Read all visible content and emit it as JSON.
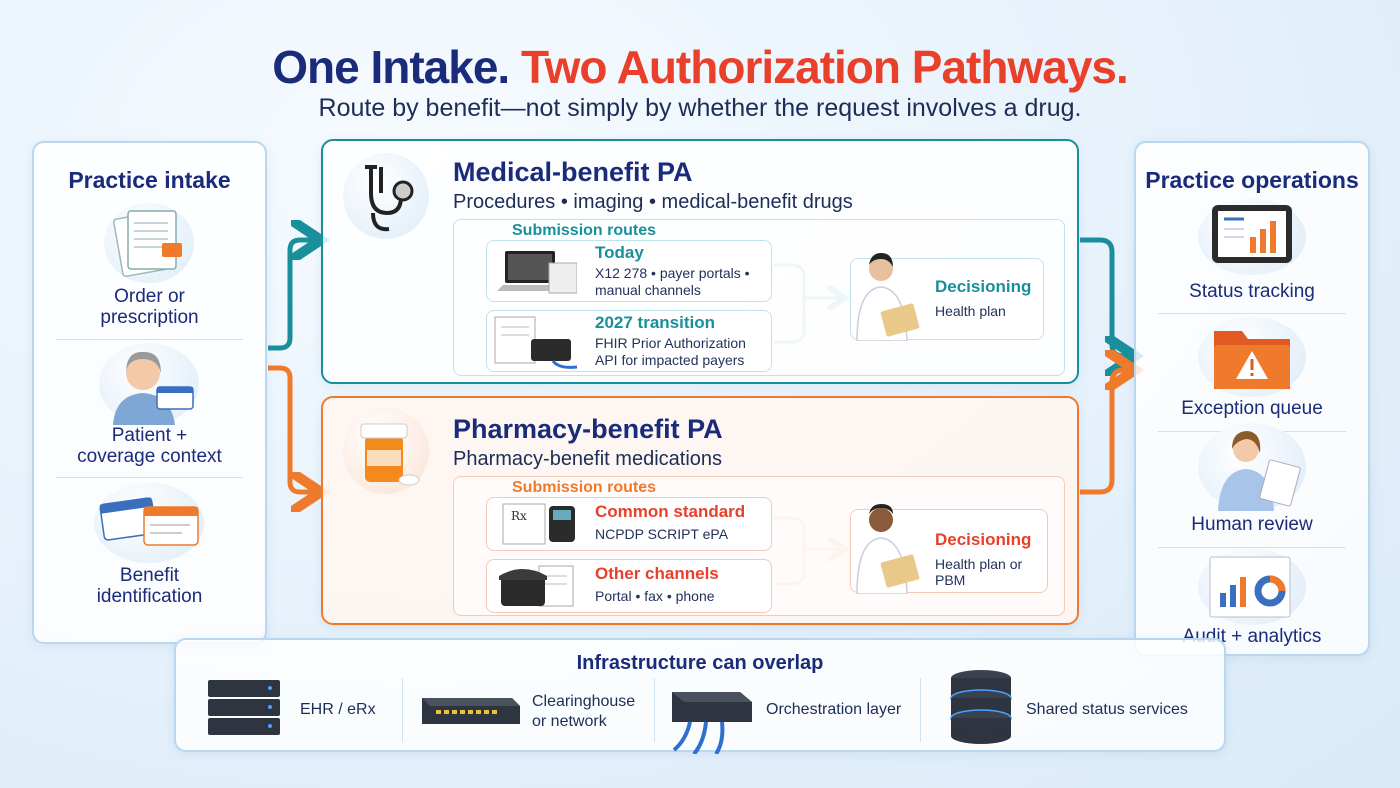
{
  "header": {
    "title_part1": "One Intake.",
    "title_part2": "Two Authorization Pathways.",
    "subtitle": "Route by benefit—not simply by whether the request involves a drug."
  },
  "intake": {
    "title": "Practice intake",
    "items": [
      {
        "label": "Order or\nprescription",
        "icon": "order-form-icon"
      },
      {
        "label": "Patient +\ncoverage context",
        "icon": "patient-card-icon"
      },
      {
        "label": "Benefit\nidentification",
        "icon": "benefit-cards-icon"
      }
    ]
  },
  "medical": {
    "title": "Medical-benefit PA",
    "subtitle": "Procedures • imaging • medical-benefit drugs",
    "routes_label": "Submission routes",
    "routes": [
      {
        "title": "Today",
        "desc": "X12 278 • payer portals •\nmanual channels",
        "icon": "laptop-icon"
      },
      {
        "title": "2027 transition",
        "desc": "FHIR Prior Authorization\nAPI for impacted payers",
        "icon": "network-device-icon"
      }
    ],
    "decision": {
      "title": "Decisioning",
      "sub": "Health plan"
    },
    "color": "#1a8f9c"
  },
  "pharmacy": {
    "title": "Pharmacy-benefit PA",
    "subtitle": "Pharmacy-benefit medications",
    "routes_label": "Submission routes",
    "routes": [
      {
        "title": "Common standard",
        "desc": "NCPDP SCRIPT ePA",
        "icon": "rx-terminal-icon"
      },
      {
        "title": "Other channels",
        "desc": "Portal • fax • phone",
        "icon": "phone-icon"
      }
    ],
    "decision": {
      "title": "Decisioning",
      "sub": "Health plan or PBM"
    },
    "color": "#e8402a"
  },
  "operations": {
    "title": "Practice operations",
    "items": [
      {
        "label": "Status tracking",
        "icon": "tablet-chart-icon"
      },
      {
        "label": "Exception queue",
        "icon": "warning-folder-icon"
      },
      {
        "label": "Human review",
        "icon": "reviewer-icon"
      },
      {
        "label": "Audit + analytics",
        "icon": "analytics-icon"
      }
    ]
  },
  "infrastructure": {
    "title": "Infrastructure can overlap",
    "items": [
      {
        "label": "EHR / eRx",
        "icon": "server-rack-icon"
      },
      {
        "label": "Clearinghouse\nor network",
        "icon": "network-switch-icon"
      },
      {
        "label": "Orchestration layer",
        "icon": "router-cables-icon"
      },
      {
        "label": "Shared status services",
        "icon": "database-icon"
      }
    ]
  },
  "colors": {
    "navy": "#1a2b7a",
    "accent_red": "#e8402a",
    "teal": "#1a8f9c",
    "orange": "#f07a2c"
  }
}
